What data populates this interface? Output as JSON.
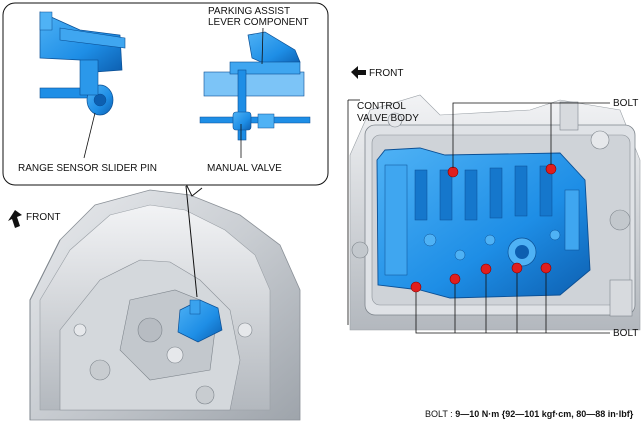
{
  "inset": {
    "parking_assist_line1": "PARKING ASSIST",
    "parking_assist_line2": "LEVER COMPONENT",
    "range_sensor": "RANGE SENSOR SLIDER PIN",
    "manual_valve": "MANUAL VALVE"
  },
  "left_view": {
    "front": "FRONT"
  },
  "right_view": {
    "front": "FRONT",
    "control_valve_line1": "CONTROL",
    "control_valve_line2": "VALVE BODY",
    "bolt_top": "BOLT",
    "bolt_bottom": "BOLT"
  },
  "spec": {
    "bolt_label": "BOLT :",
    "torque": "9—10 N·m {92—101 kgf·cm, 80—88 in·lbf}"
  },
  "colors": {
    "highlight_blue": "#1e8ee6",
    "bolt_red": "#e01e1e",
    "metal_gray": "#c8ccd0"
  },
  "icons": {
    "front_arrow_left": "arrow-up-left-icon",
    "front_arrow_right": "arrow-left-icon"
  }
}
